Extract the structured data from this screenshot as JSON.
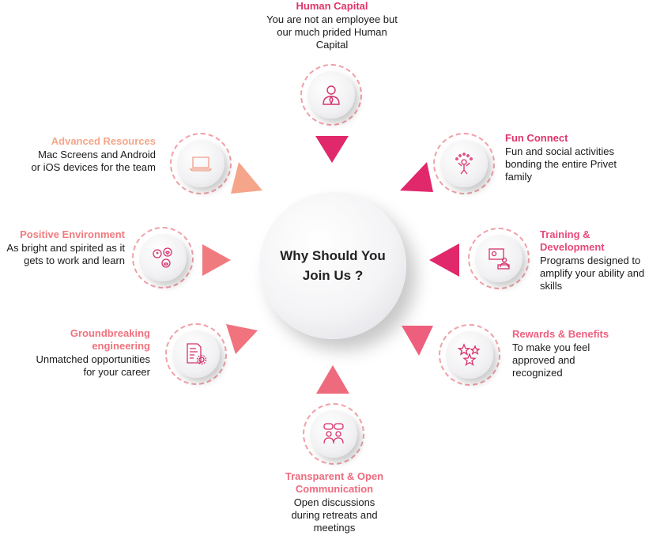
{
  "center": {
    "title": "Why Should You Join Us ?"
  },
  "items": {
    "human_capital": {
      "title": "Human Capital",
      "desc": "You are not an employee but our much prided Human Capital",
      "color": "#e0356a"
    },
    "fun_connect": {
      "title": "Fun Connect",
      "desc": "Fun and social activities bonding the entire Privet family",
      "color": "#e0356a"
    },
    "training": {
      "title": "Training & Development",
      "desc": "Programs designed to amplify your ability and skills",
      "color": "#e8497a"
    },
    "rewards": {
      "title": "Rewards & Benefits",
      "desc": "To make you feel approved and recognized",
      "color": "#ee5f7e"
    },
    "transparent": {
      "title": "Transparent & Open Communication",
      "desc": "Open discussions during retreats and meetings",
      "color": "#ee6b7e"
    },
    "groundbreaking": {
      "title": "Groundbreaking engineering",
      "desc": "Unmatched opportunities for your career",
      "color": "#f0737e"
    },
    "positive": {
      "title": "Positive Environment",
      "desc": "As bright and spirited as it gets to work and learn",
      "color": "#f07b7e"
    },
    "advanced": {
      "title": "Advanced Resources",
      "desc": "Mac Screens and Android or iOS devices for the team",
      "color": "#f5a58a"
    }
  },
  "icons": {
    "human_capital": "person-tie-icon",
    "fun_connect": "celebration-icon",
    "training": "presentation-icon",
    "rewards": "stars-icon",
    "transparent": "chat-people-icon",
    "groundbreaking": "document-gear-icon",
    "positive": "people-heart-icon",
    "advanced": "laptop-icon"
  }
}
